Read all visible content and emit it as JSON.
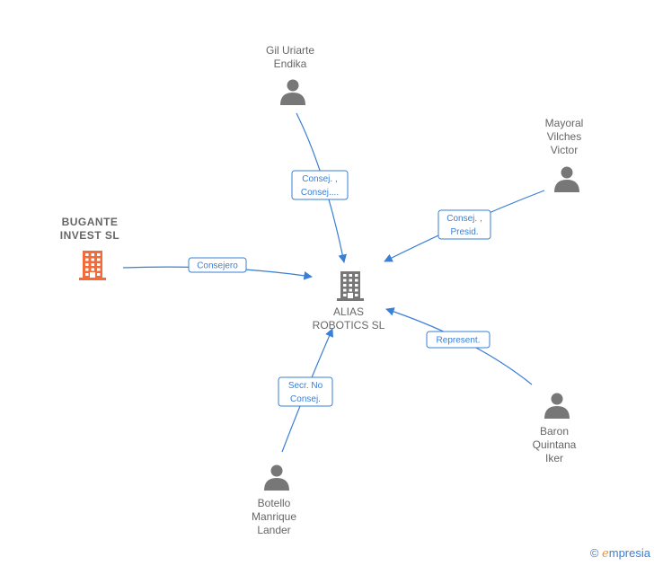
{
  "colors": {
    "edge": "#3a7fd5",
    "person": "#777777",
    "company_main": "#f26b3a",
    "company": "#777777"
  },
  "center": {
    "name": "center-company",
    "lines": [
      "ALIAS",
      "ROBOTICS  SL"
    ],
    "icon": "building-icon"
  },
  "nodes": [
    {
      "id": "gil",
      "type": "person",
      "lines": [
        "Gil Uriarte",
        "Endika"
      ]
    },
    {
      "id": "mayoral",
      "type": "person",
      "lines": [
        "Mayoral",
        "Vilches",
        "Victor"
      ]
    },
    {
      "id": "bugante",
      "type": "company",
      "lines": [
        "BUGANTE",
        "INVEST  SL"
      ]
    },
    {
      "id": "baron",
      "type": "person",
      "lines": [
        "Baron",
        "Quintana",
        "Iker"
      ]
    },
    {
      "id": "botello",
      "type": "person",
      "lines": [
        "Botello",
        "Manrique",
        "Lander"
      ]
    }
  ],
  "edges": [
    {
      "from": "gil",
      "label": [
        "Consej. ,",
        "Consej...."
      ]
    },
    {
      "from": "mayoral",
      "label": [
        "Consej. ,",
        "Presid."
      ]
    },
    {
      "from": "bugante",
      "label": [
        "Consejero"
      ]
    },
    {
      "from": "baron",
      "label": [
        "Represent."
      ]
    },
    {
      "from": "botello",
      "label": [
        "Secr.  No",
        "Consej."
      ]
    }
  ],
  "watermark": {
    "copyright": "©",
    "brand_initial": "e",
    "brand_rest": "mpresia"
  }
}
